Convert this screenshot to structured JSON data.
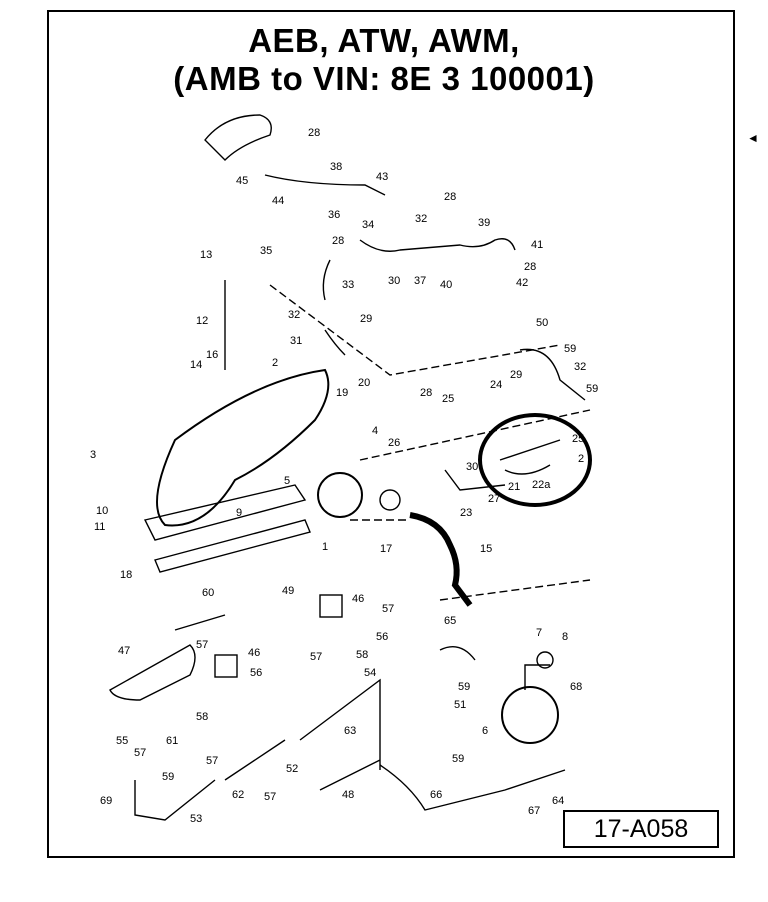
{
  "title_line1": "AEB, ATW, AWM,",
  "title_line2": "(AMB to VIN: 8E 3 100001)",
  "reference_code": "17-A058",
  "side_marker": "◄",
  "callouts": [
    "1",
    "2",
    "3",
    "4",
    "5",
    "6",
    "7",
    "8",
    "9",
    "10",
    "11",
    "12",
    "13",
    "14",
    "15",
    "16",
    "17",
    "18",
    "19",
    "20",
    "21",
    "22a",
    "23",
    "24",
    "25",
    "26",
    "27",
    "28",
    "29",
    "30",
    "31",
    "32",
    "33",
    "34",
    "35",
    "36",
    "37",
    "38",
    "39",
    "40",
    "41",
    "42",
    "43",
    "44",
    "45",
    "46",
    "47",
    "48",
    "49",
    "50",
    "51",
    "52",
    "53",
    "54",
    "55",
    "56",
    "57",
    "58",
    "59",
    "60",
    "61",
    "62",
    "63",
    "64",
    "65",
    "66",
    "67",
    "68",
    "69"
  ]
}
